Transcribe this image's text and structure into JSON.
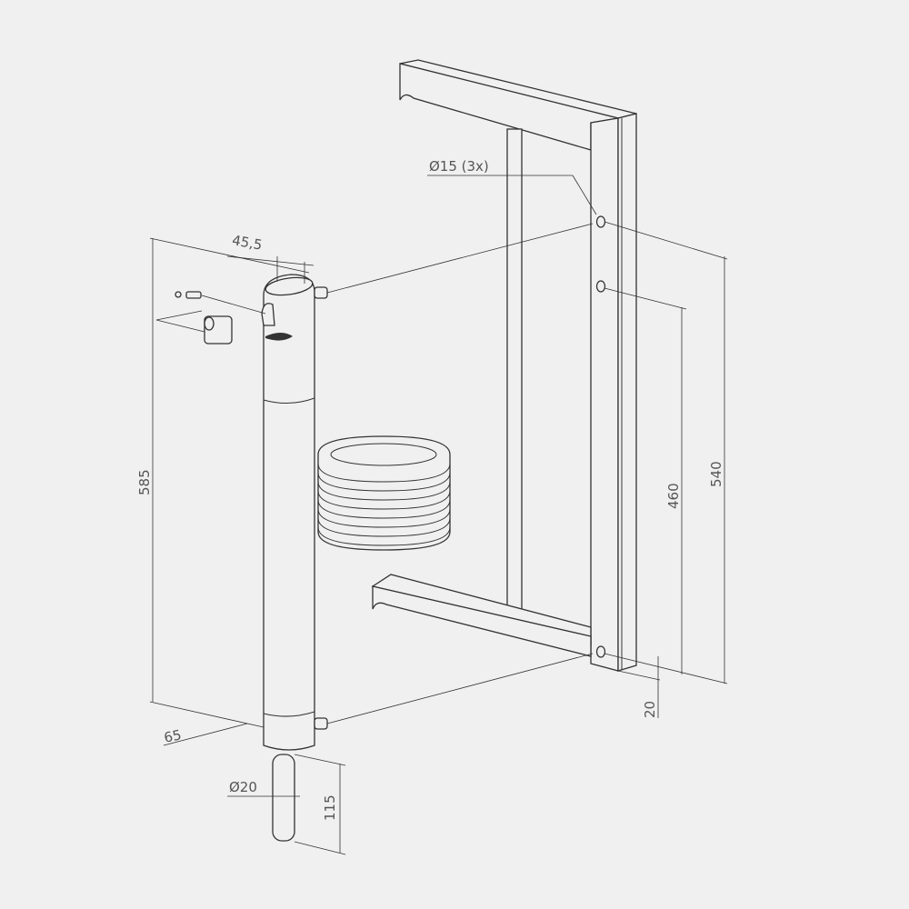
{
  "dimensions": {
    "tube_width": "45,5",
    "hole_diameter": "Ø15 (3x)",
    "height_total": "585",
    "hole_spacing_middle": "460",
    "hole_spacing_top": "540",
    "bottom_offset": "20",
    "depth": "65",
    "rod_diameter": "Ø20",
    "rod_length": "115"
  }
}
